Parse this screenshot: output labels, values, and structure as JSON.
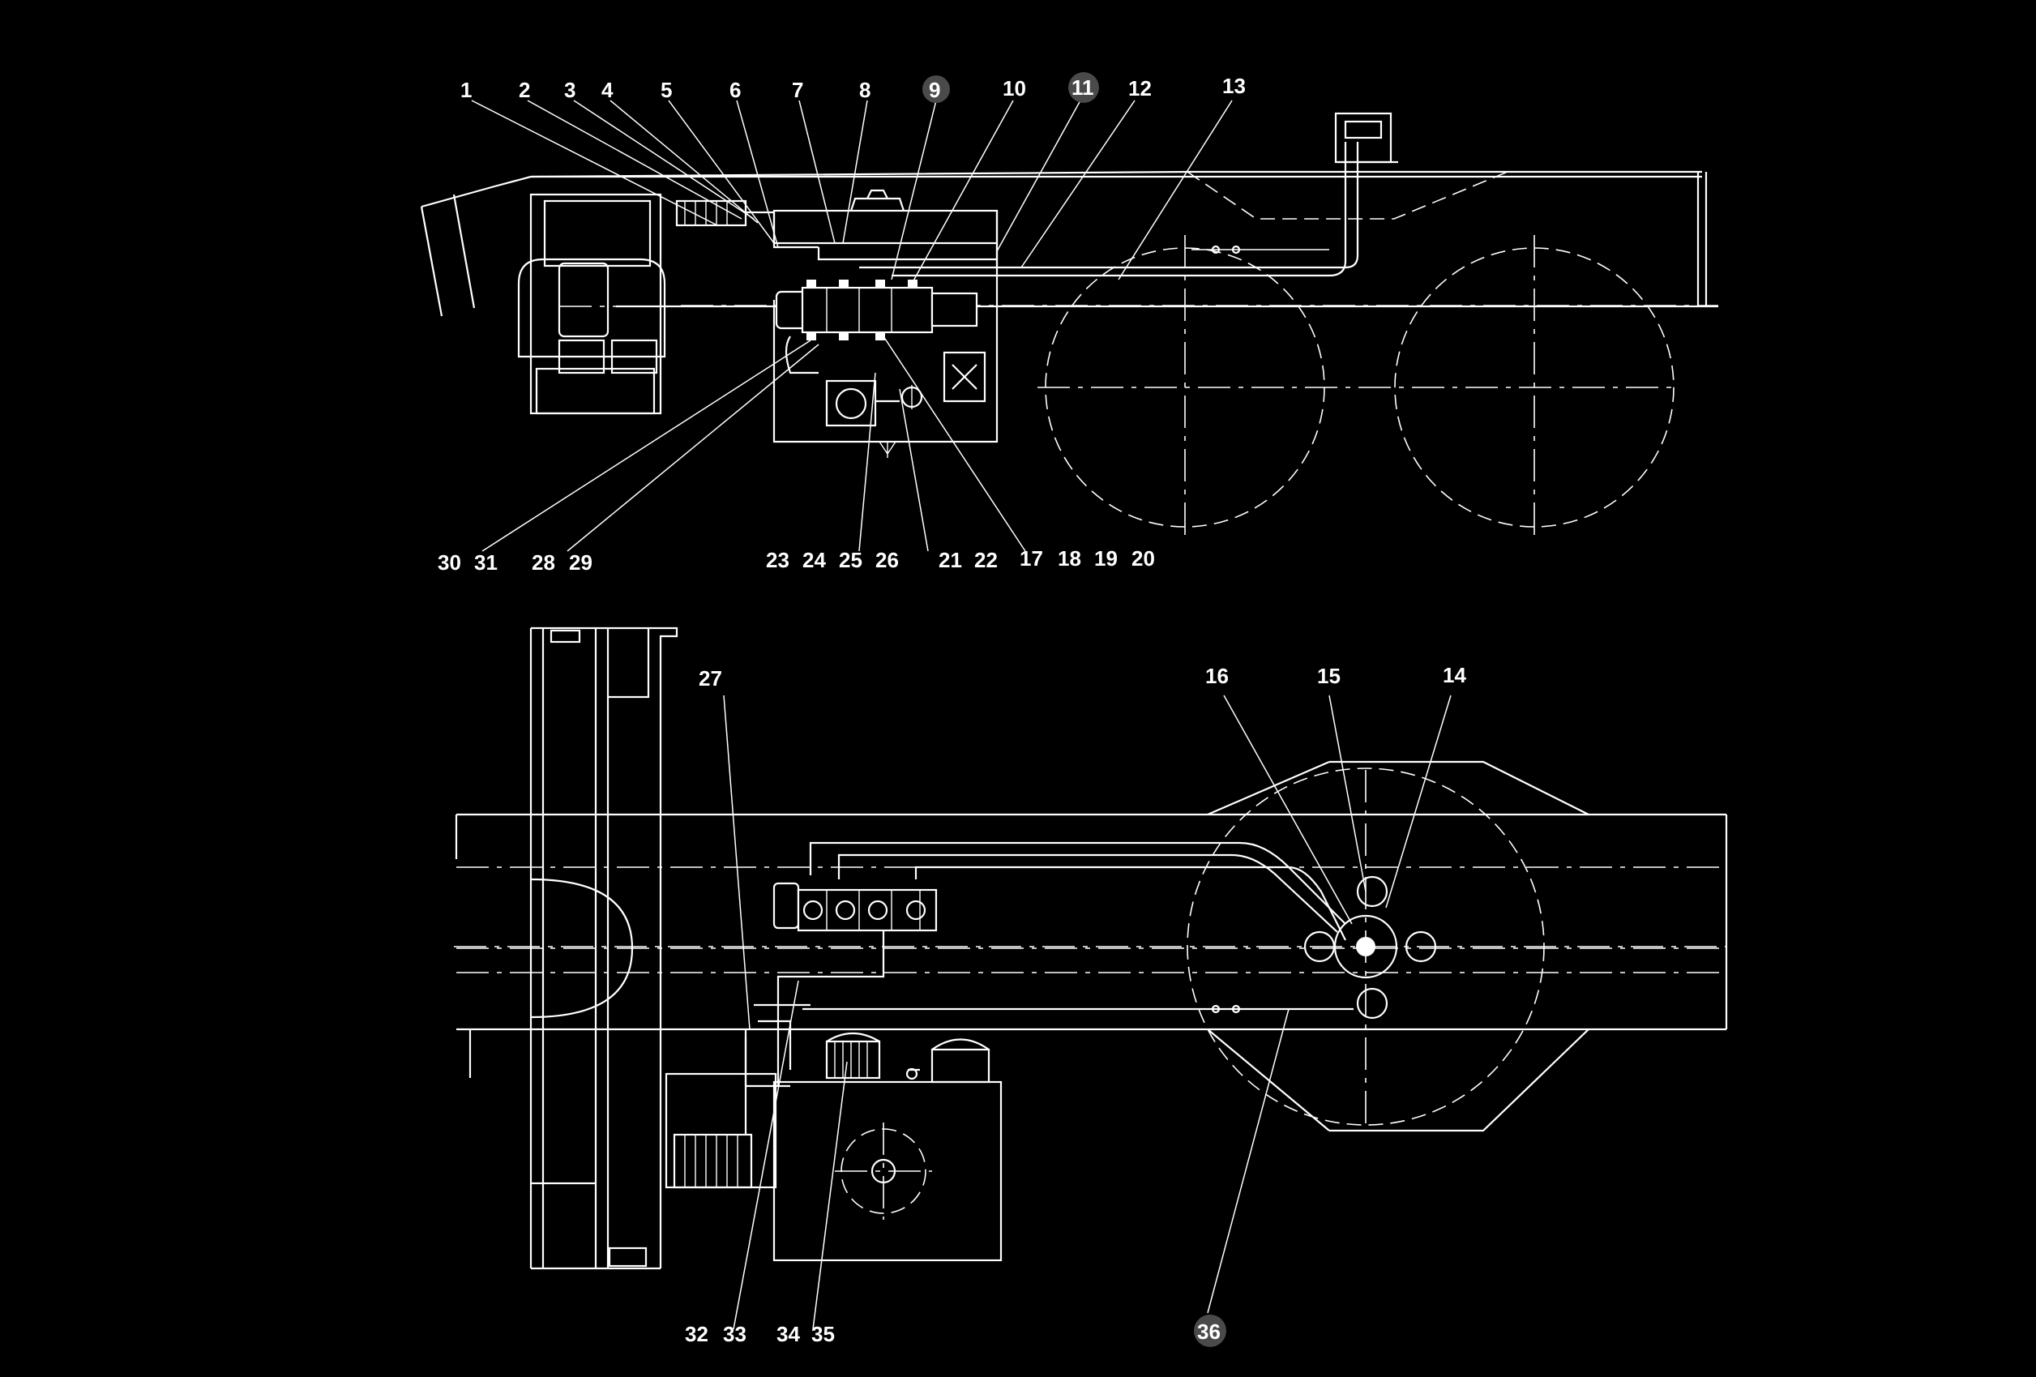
{
  "callouts_top": [
    "1",
    "2",
    "3",
    "4",
    "5",
    "6",
    "7",
    "8",
    "9",
    "10",
    "11",
    "12",
    "13"
  ],
  "callouts_top_bottom": [
    "30",
    "31",
    "28",
    "29",
    "23",
    "24",
    "25",
    "26",
    "21",
    "22",
    "17",
    "18",
    "19",
    "20"
  ],
  "callouts_bottom": [
    "27",
    "16",
    "15",
    "14"
  ],
  "callouts_bottom_bottom": [
    "32",
    "33",
    "34",
    "35",
    "36"
  ],
  "circled_callouts": [
    "9",
    "11",
    "36"
  ],
  "colors": {
    "background": "#000000",
    "line": "#ffffff"
  }
}
